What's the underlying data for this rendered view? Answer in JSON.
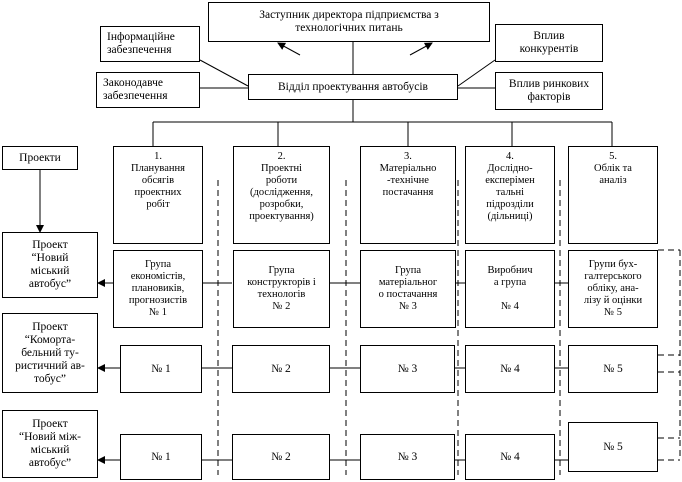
{
  "top": {
    "deputy": "Заступник директора підприємства з\nтехнологічних питань",
    "info_support": "Інформаційне\nзабезпечення",
    "legal_support": "Законодавче\nзабезпечення",
    "bus_dept": "Відділ проектування автобусів",
    "competitors": "Вплив\nконкурентів",
    "market": "Вплив ринкових\nфакторів"
  },
  "projects": {
    "header": "Проекти",
    "items": [
      "Проект\n“Новий\nміський\nавтобус”",
      "Проект\n“Коморта-\nбельний ту-\nристичний ав-\nтобус”",
      "Проект\n“Новий між-\nміський\nавтобус”"
    ]
  },
  "functions": [
    "1.\nПланування\nобсягів\nпроектних\nробіт",
    "2.\nПроектні\nроботи\n(дослідження,\nрозробки,\nпроектування)",
    "3.\nМатеріально\n-технічне\nпостачання",
    "4.\nДослідно-\nексперімен\nтальні\nпідрозділи\n(дільниці)",
    "5.\nОблік та\nаналіз"
  ],
  "groups": [
    "Група\nекономістів,\nплановиків,\nпрогнозистів\n№ 1",
    "Група\nконструкторів і\nтехнологів\n№ 2",
    "Група\nматеріальног\nо постачання\n№ 3",
    "Виробнич\nа група\n\n№ 4",
    "Групи бух-\nгалтерського\nобліку, ана-\nлізу й оцінки\n№ 5"
  ],
  "row_units": [
    "№ 1",
    "№ 2",
    "№ 3",
    "№ 4",
    "№ 5"
  ]
}
